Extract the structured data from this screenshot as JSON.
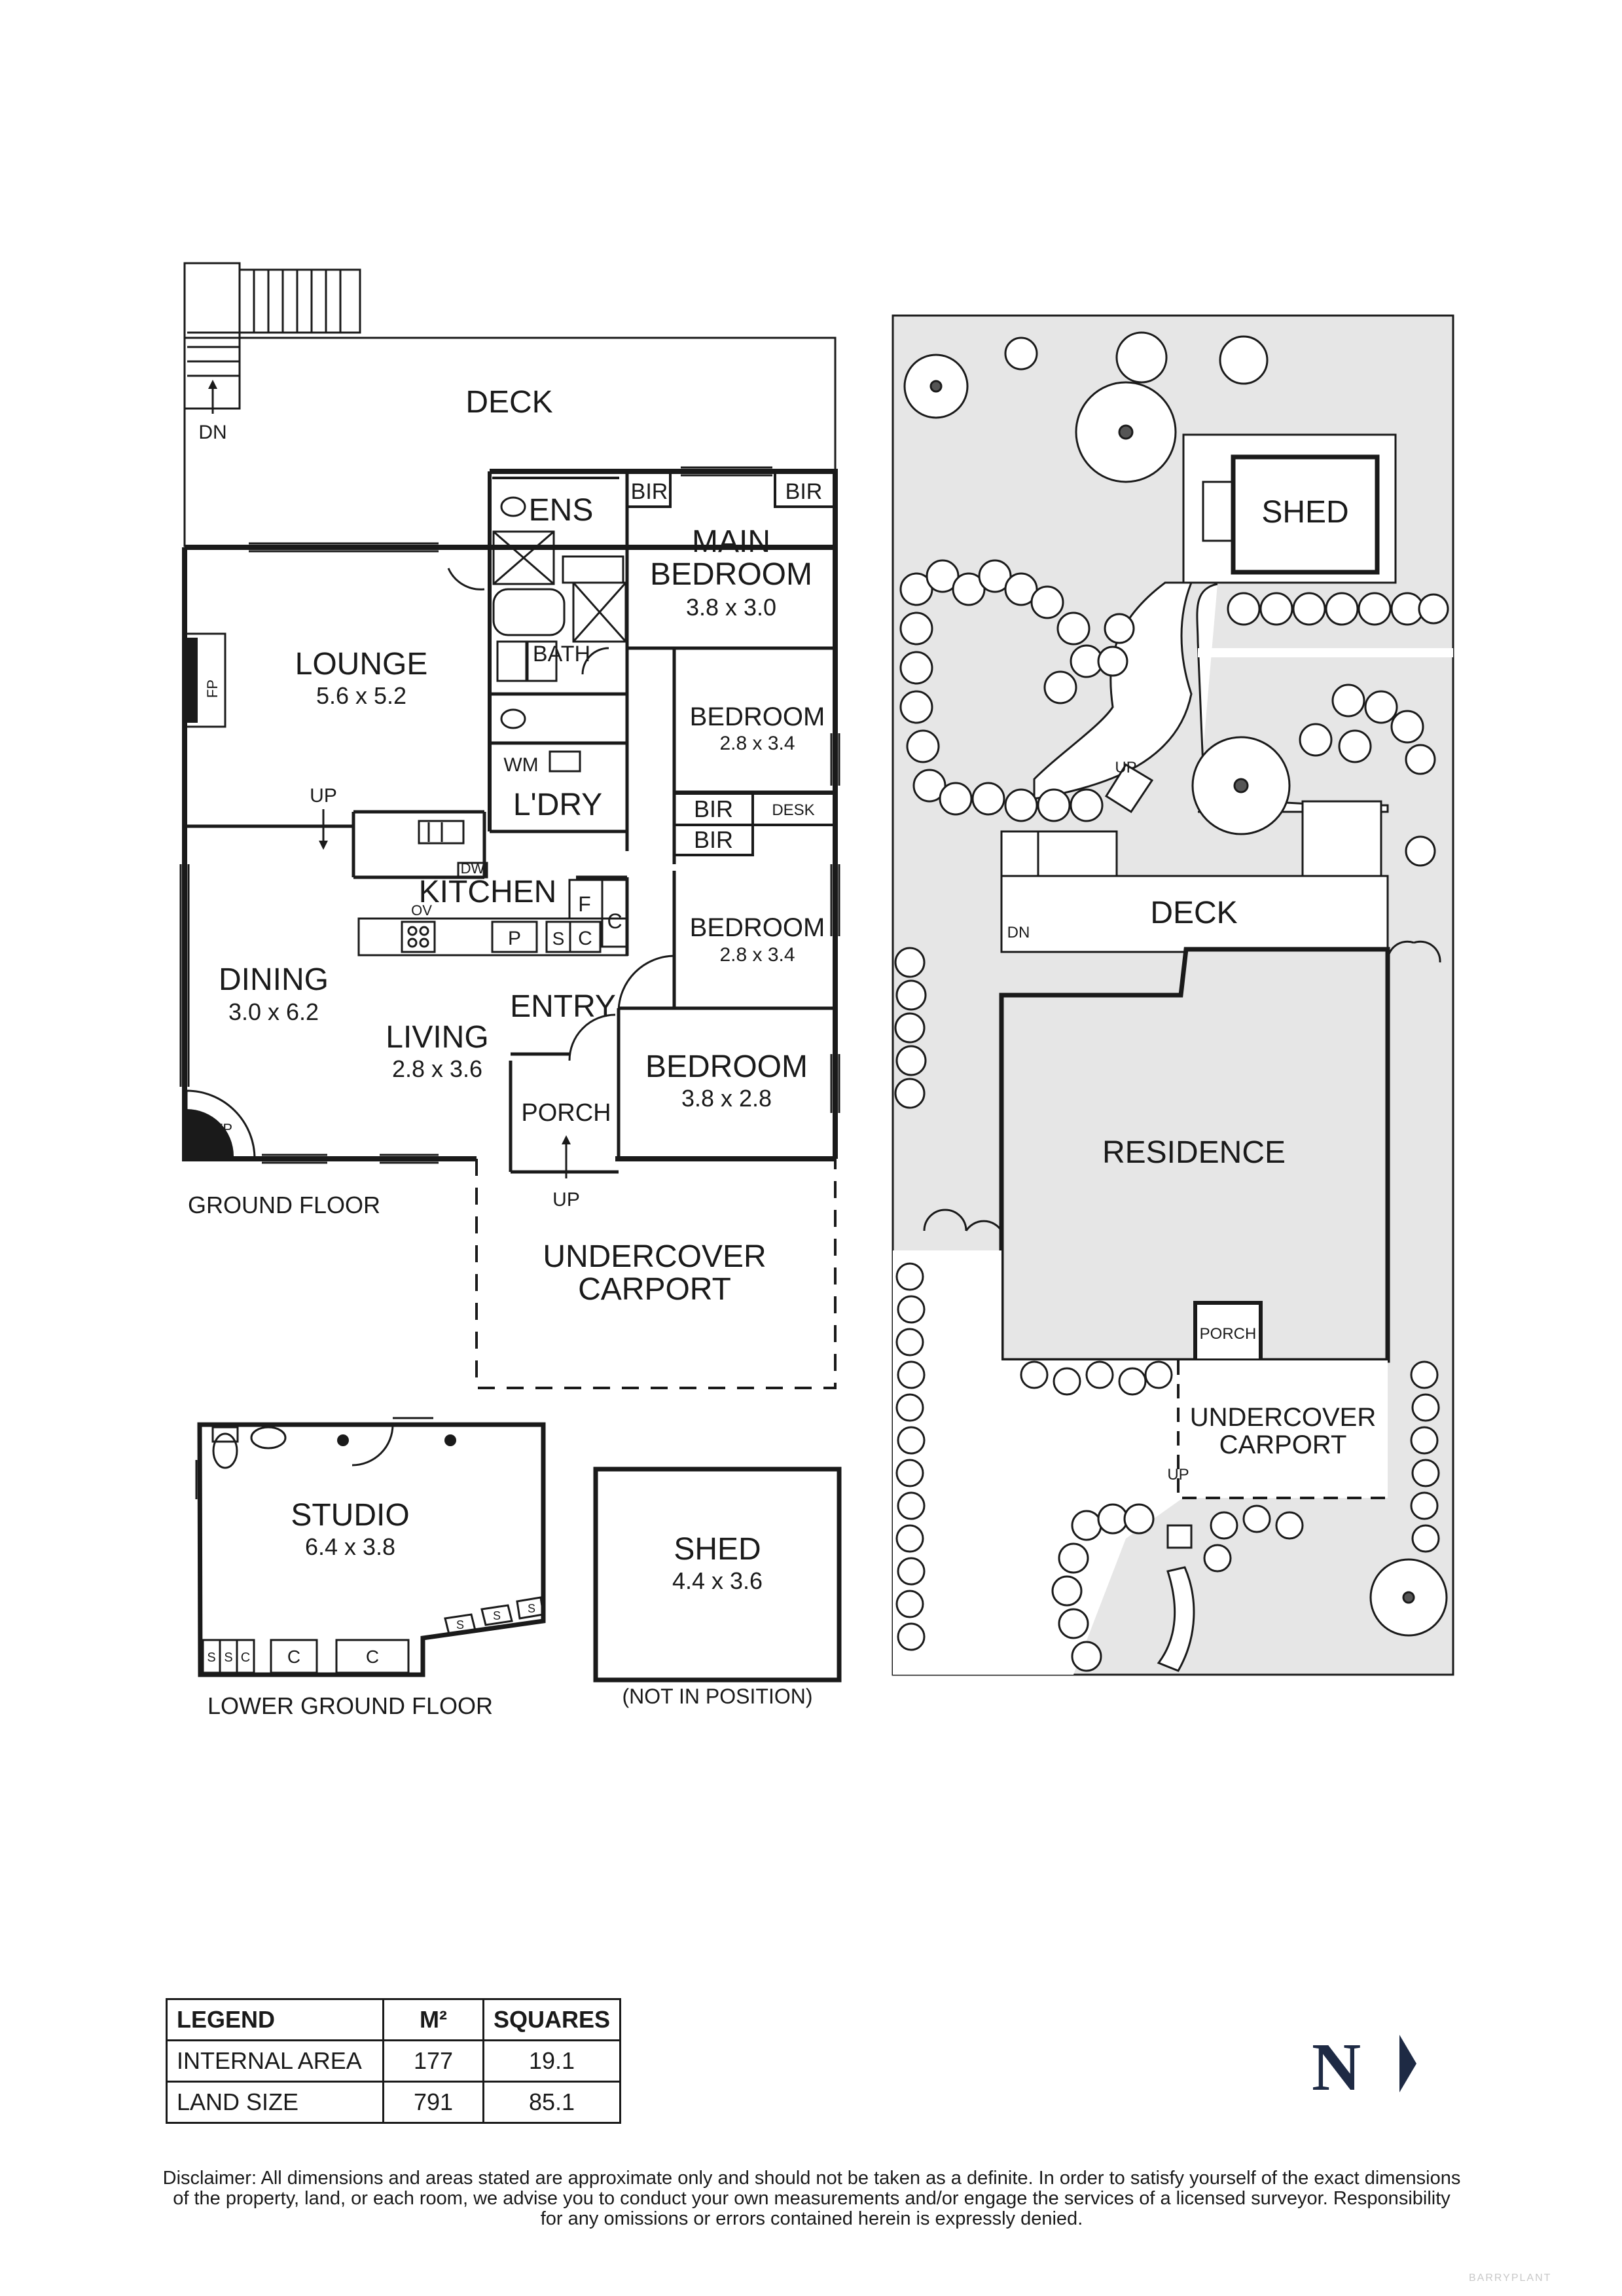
{
  "ground_floor": {
    "title": "GROUND FLOOR",
    "rooms": {
      "deck": "DECK",
      "dn": "DN",
      "ens": "ENS",
      "bir1": "BIR",
      "bir2": "BIR",
      "main_bedroom_l1": "MAIN",
      "main_bedroom_l2": "BEDROOM",
      "main_bedroom_dim": "3.8 x 3.0",
      "lounge": "LOUNGE",
      "lounge_dim": "5.6 x 5.2",
      "fp_lounge": "FP",
      "bath": "BATH",
      "bedroom2": "BEDROOM",
      "bedroom2_dim": "2.8 x 3.4",
      "wm": "WM",
      "laundry": "L'DRY",
      "bir3": "BIR",
      "bir4": "BIR",
      "desk": "DESK",
      "up": "UP",
      "dw": "DW",
      "kitchen": "KITCHEN",
      "ov": "OV",
      "f": "F",
      "c": "C",
      "p": "P",
      "s": "S",
      "c2": "C",
      "bedroom3": "BEDROOM",
      "bedroom3_dim": "2.8 x 3.4",
      "dining": "DINING",
      "dining_dim": "3.0 x 6.2",
      "entry": "ENTRY",
      "living": "LIVING",
      "living_dim": "2.8 x 3.6",
      "bedroom4": "BEDROOM",
      "bedroom4_dim": "3.8 x 2.8",
      "porch": "PORCH",
      "fp_dining": "FP",
      "up_porch": "UP",
      "carport_l1": "UNDERCOVER",
      "carport_l2": "CARPORT"
    }
  },
  "lower_ground_floor": {
    "title": "LOWER GROUND FLOOR",
    "studio": "STUDIO",
    "studio_dim": "6.4 x 3.8",
    "s1": "S",
    "s2": "S",
    "s3": "S",
    "s4": "S",
    "s5": "S",
    "c1": "C",
    "c2": "C",
    "c3": "C"
  },
  "shed_detached": {
    "label": "SHED",
    "dim": "4.4 x 3.6",
    "note": "(NOT IN POSITION)"
  },
  "site_plan": {
    "shed": "SHED",
    "up": "UP",
    "deck": "DECK",
    "dn": "DN",
    "residence": "RESIDENCE",
    "porch": "PORCH",
    "up_porch": "UP",
    "carport_l1": "UNDERCOVER",
    "carport_l2": "CARPORT",
    "up_drive": "UP"
  },
  "legend": {
    "headers": [
      "LEGEND",
      "M²",
      "SQUARES"
    ],
    "rows": [
      {
        "label": "INTERNAL AREA",
        "m2": "177",
        "squares": "19.1"
      },
      {
        "label": "LAND SIZE",
        "m2": "791",
        "squares": "85.1"
      }
    ]
  },
  "north": "N",
  "disclaimer": {
    "line1": "Disclaimer: All dimensions and areas stated are approximate only and should not be taken as a definite. In order to satisfy yourself of the exact dimensions",
    "line2": "of the property, land, or each room, we advise you to conduct your own measurements and/or engage the services of a licensed surveyor. Responsibility",
    "line3": "for any omissions or errors contained herein is expressly denied."
  },
  "watermark": "BARRYPLANT",
  "colors": {
    "ink": "#1a1a1a",
    "site_fill": "#e6e6e6",
    "north": "#1e2a44"
  }
}
